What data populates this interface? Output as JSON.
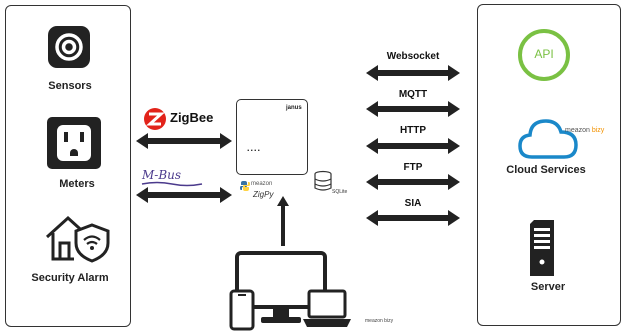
{
  "left_panel": {
    "devices": [
      {
        "label": "Sensors",
        "icon": "sensor-icon"
      },
      {
        "label": "Meters",
        "icon": "power-outlet-icon"
      },
      {
        "label": "Security Alarm",
        "icon": "home-security-icon"
      }
    ]
  },
  "left_links": [
    {
      "label": "ZigBee",
      "icon": "zigbee-logo-icon"
    },
    {
      "label": "M-Bus",
      "icon": "mbus-logo-icon"
    }
  ],
  "gateway": {
    "name": "janus",
    "dots": "....",
    "brand_top": "meazon",
    "brand_bottom": "ZigPy",
    "db_label": "SQLite"
  },
  "protocols": [
    "Websocket",
    "MQTT",
    "HTTP",
    "FTP",
    "SIA"
  ],
  "right_panel": {
    "api_label": "API",
    "cloud_label": "Cloud Services",
    "cloud_brand": "meazon",
    "cloud_brand_suffix": "bizy",
    "server_label": "Server"
  },
  "bottom": {
    "brand": "meazon bizy"
  },
  "colors": {
    "api_green": "#7ac143",
    "cloud_blue": "#1a88c9",
    "arrow": "#222222",
    "zigbee_red": "#e2231a",
    "mbus_purple": "#4b3a8c",
    "meazon_orange": "#f39200"
  }
}
